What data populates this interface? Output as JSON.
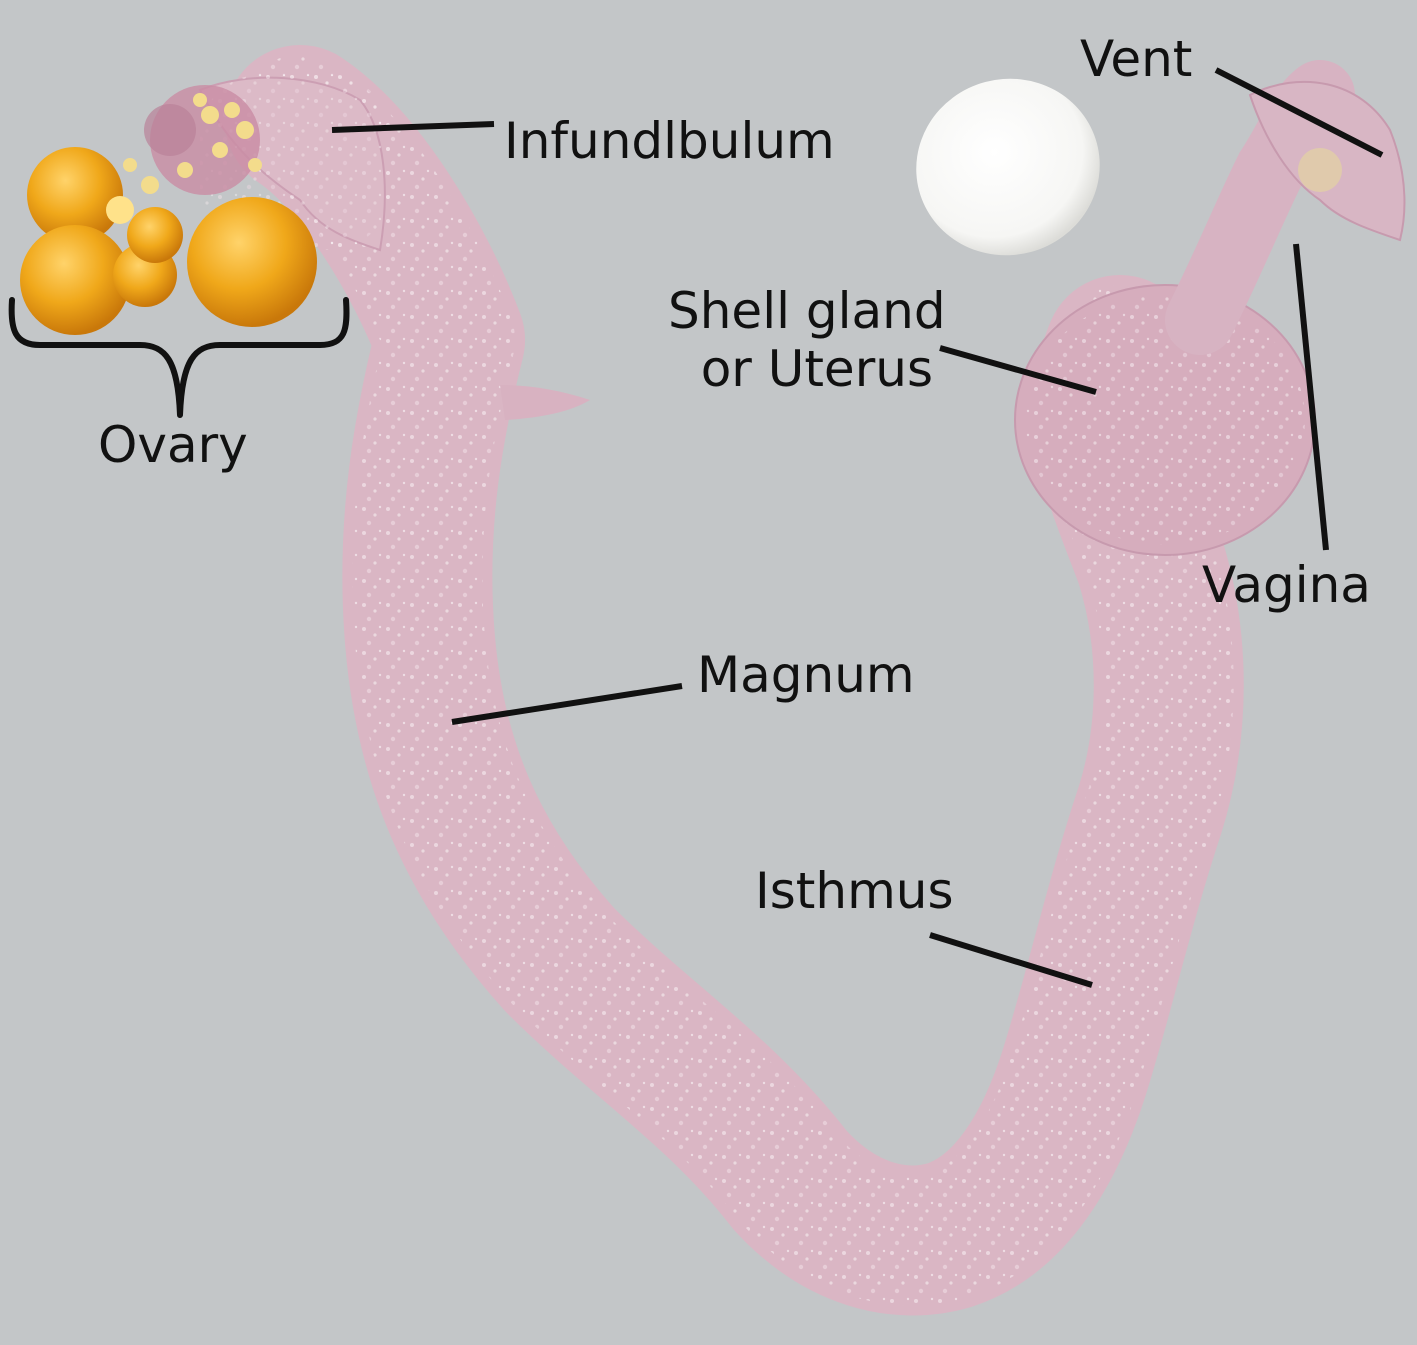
{
  "labels": {
    "infundibulum": "Infundlbulum",
    "ovary": "Ovary",
    "vent": "Vent",
    "shell_gland_line1": "Shell gland",
    "shell_gland_line2": "or Uterus",
    "vagina": "Vagina",
    "magnum": "Magnum",
    "isthmus": "Isthmus"
  },
  "colors": {
    "background": "#c3c6c8",
    "tissue": "#dcbac7",
    "tissue_dark": "#c89aaf",
    "yolk": "#f0a81a",
    "yolk_highlight": "#ffd36a",
    "egg": "#ffffff",
    "leader_line": "#111111"
  }
}
